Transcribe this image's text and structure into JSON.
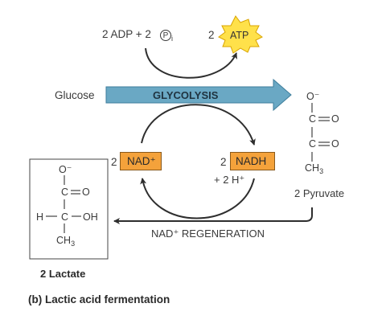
{
  "top": {
    "adp_label": "2 ADP + 2",
    "pi_symbol": "P",
    "pi_subscript": "i",
    "atp_coef": "2",
    "atp_label": "ATP"
  },
  "glucose_label": "Glucose",
  "glycolysis_label": "GLYCOLYSIS",
  "nad_box": {
    "coef": "2",
    "label": "NAD⁺"
  },
  "nadh_box": {
    "coef": "2",
    "label": "NADH",
    "protons": "+ 2 H⁺"
  },
  "regeneration_label": "NAD⁺ REGENERATION",
  "pyruvate": {
    "o_minus": "O⁻",
    "c1": "C",
    "o1": "O",
    "c2": "C",
    "o2": "O",
    "ch3": "CH",
    "ch3_sub": "3",
    "label": "2 Pyruvate"
  },
  "lactate": {
    "o_minus": "O⁻",
    "c1": "C",
    "o1": "O",
    "h": "H",
    "c2": "C",
    "oh": "OH",
    "ch3": "CH",
    "ch3_sub": "3",
    "label": "2 Lactate"
  },
  "caption": "(b) Lactic acid fermentation",
  "colors": {
    "arrow_blue": "#6aa8c4",
    "arrow_blue_dark": "#3f7e9c",
    "orange_box": "#f4a23b",
    "atp_star": "#ffe14a",
    "line": "#333333"
  }
}
